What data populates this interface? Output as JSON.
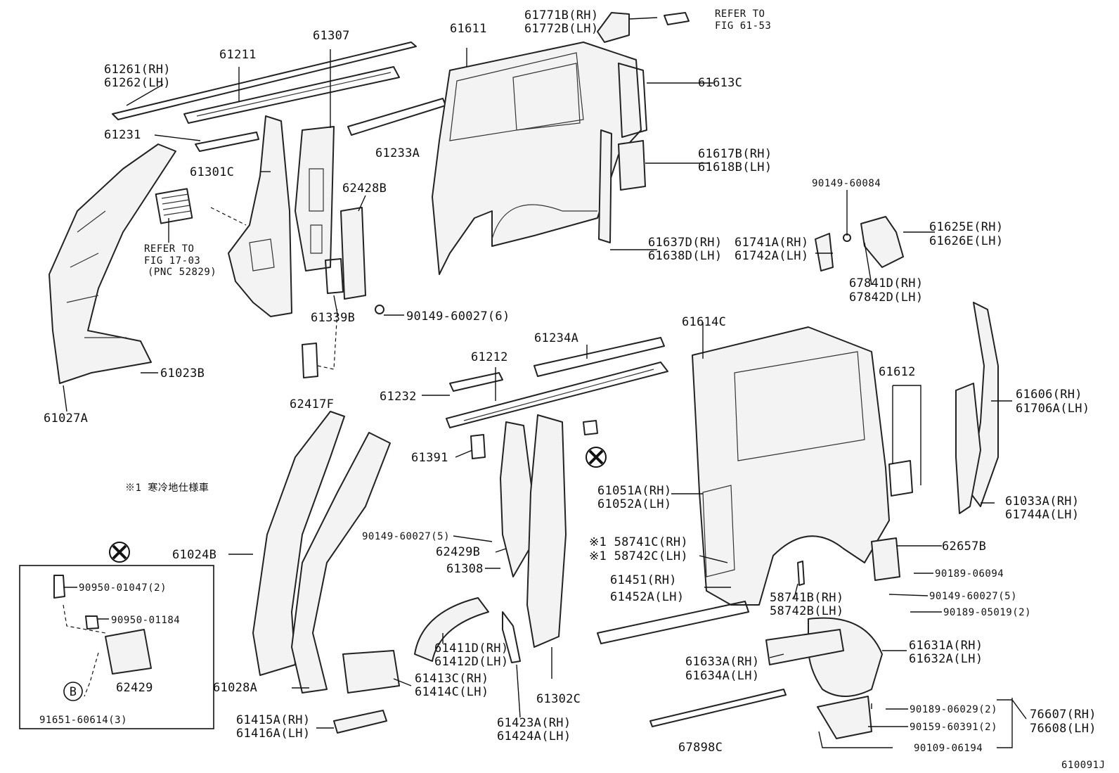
{
  "diagram_id": "610091J",
  "note": "※1 寒冷地仕様車",
  "callouts": {
    "c61771": [
      "61771B(RH)",
      "61772B(LH)"
    ],
    "refer5353": [
      "REFER TO",
      "FIG 61-53"
    ],
    "c61611": "61611",
    "c61613": "61613C",
    "c61307": "61307",
    "c61211": "61211",
    "c61261": [
      "61261(RH)",
      "61262(LH)"
    ],
    "c61231": "61231",
    "c61301": "61301C",
    "c61233": "61233A",
    "c61617": [
      "61617B(RH)",
      "61618B(LH)"
    ],
    "c62428": "62428B",
    "c90149_84": "90149-60084",
    "refer1703": [
      "REFER TO",
      "FIG 17-03",
      "(PNC 52829)"
    ],
    "c61637": [
      "61637D(RH)",
      "61638D(LH)"
    ],
    "c61741": [
      "61741A(RH)",
      "61742A(LH)"
    ],
    "c61625": [
      "61625E(RH)",
      "61626E(LH)"
    ],
    "c67841": [
      "67841D(RH)",
      "67842D(LH)"
    ],
    "c61339": "61339B",
    "c90149_27_6": "90149-60027(6)",
    "c61023": "61023B",
    "c61027": "61027A",
    "c61234": "61234A",
    "c61614": "61614C",
    "c61212": "61212",
    "c61232": "61232",
    "c62417": "62417F",
    "c61612": "61612",
    "c61606": [
      "61606(RH)",
      "61706A(LH)"
    ],
    "c61391": "61391",
    "c61051": [
      "61051A(RH)",
      "61052A(LH)"
    ],
    "c61033": [
      "61033A(RH)",
      "61744A(LH)"
    ],
    "c90149_27_5a": "90149-60027(5)",
    "c62429b": "62429B",
    "c61308": "61308",
    "c58741c": [
      "※1 58741C(RH)",
      "※1 58742C(LH)"
    ],
    "c62657": "62657B",
    "c61024": "61024B",
    "c90189_94": "90189-06094",
    "c61451": [
      "61451(RH)",
      "61452A(LH)"
    ],
    "c58741b": [
      "58741B(RH)",
      "58742B(LH)"
    ],
    "c90149_27_5b": "90149-60027(5)",
    "c90189_19": "90189-05019(2)",
    "c90950_47": "90950-01047(2)",
    "c90950_84": "90950-01184",
    "c61411": [
      "61411D(RH)",
      "61412D(LH)"
    ],
    "c61631": [
      "61631A(RH)",
      "61632A(LH)"
    ],
    "c61633": [
      "61633A(RH)",
      "61634A(LH)"
    ],
    "c62429": "62429",
    "c61413": [
      "61413C(RH)",
      "61414C(LH)"
    ],
    "c61302": "61302C",
    "c61028": "61028A",
    "c90189_29": "90189-06029(2)",
    "c76607": [
      "76607(RH)",
      "76608(LH)"
    ],
    "c61415": [
      "61415A(RH)",
      "61416A(LH)"
    ],
    "c61423": [
      "61423A(RH)",
      "61424A(LH)"
    ],
    "c90159": "90159-60391(2)",
    "c91651": "91651-60614(3)",
    "c67898": "67898C",
    "c90109": "90109-06194",
    "circleB": "B"
  }
}
